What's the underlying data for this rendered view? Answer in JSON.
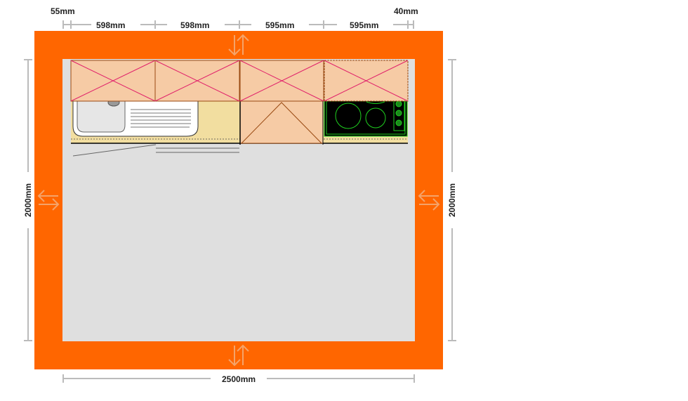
{
  "dimensions": {
    "left_offset": "55mm",
    "right_offset": "40mm",
    "segments": [
      "598mm",
      "598mm",
      "595mm",
      "595mm"
    ],
    "room_width": "2500mm",
    "room_depth_left": "2000mm",
    "room_depth_right": "2000mm"
  },
  "colors": {
    "wall": "#ff6600",
    "floor": "#dfdfdf",
    "cabinet": "#f6cba5",
    "cabinet_border": "#9a4a12",
    "cross": "#e0206a",
    "worktop": "#f2dea0",
    "hob": "#000000",
    "burner": "#1fd01f"
  },
  "icons": [
    "move-arrows-icon",
    "sink-icon",
    "hob-icon"
  ]
}
